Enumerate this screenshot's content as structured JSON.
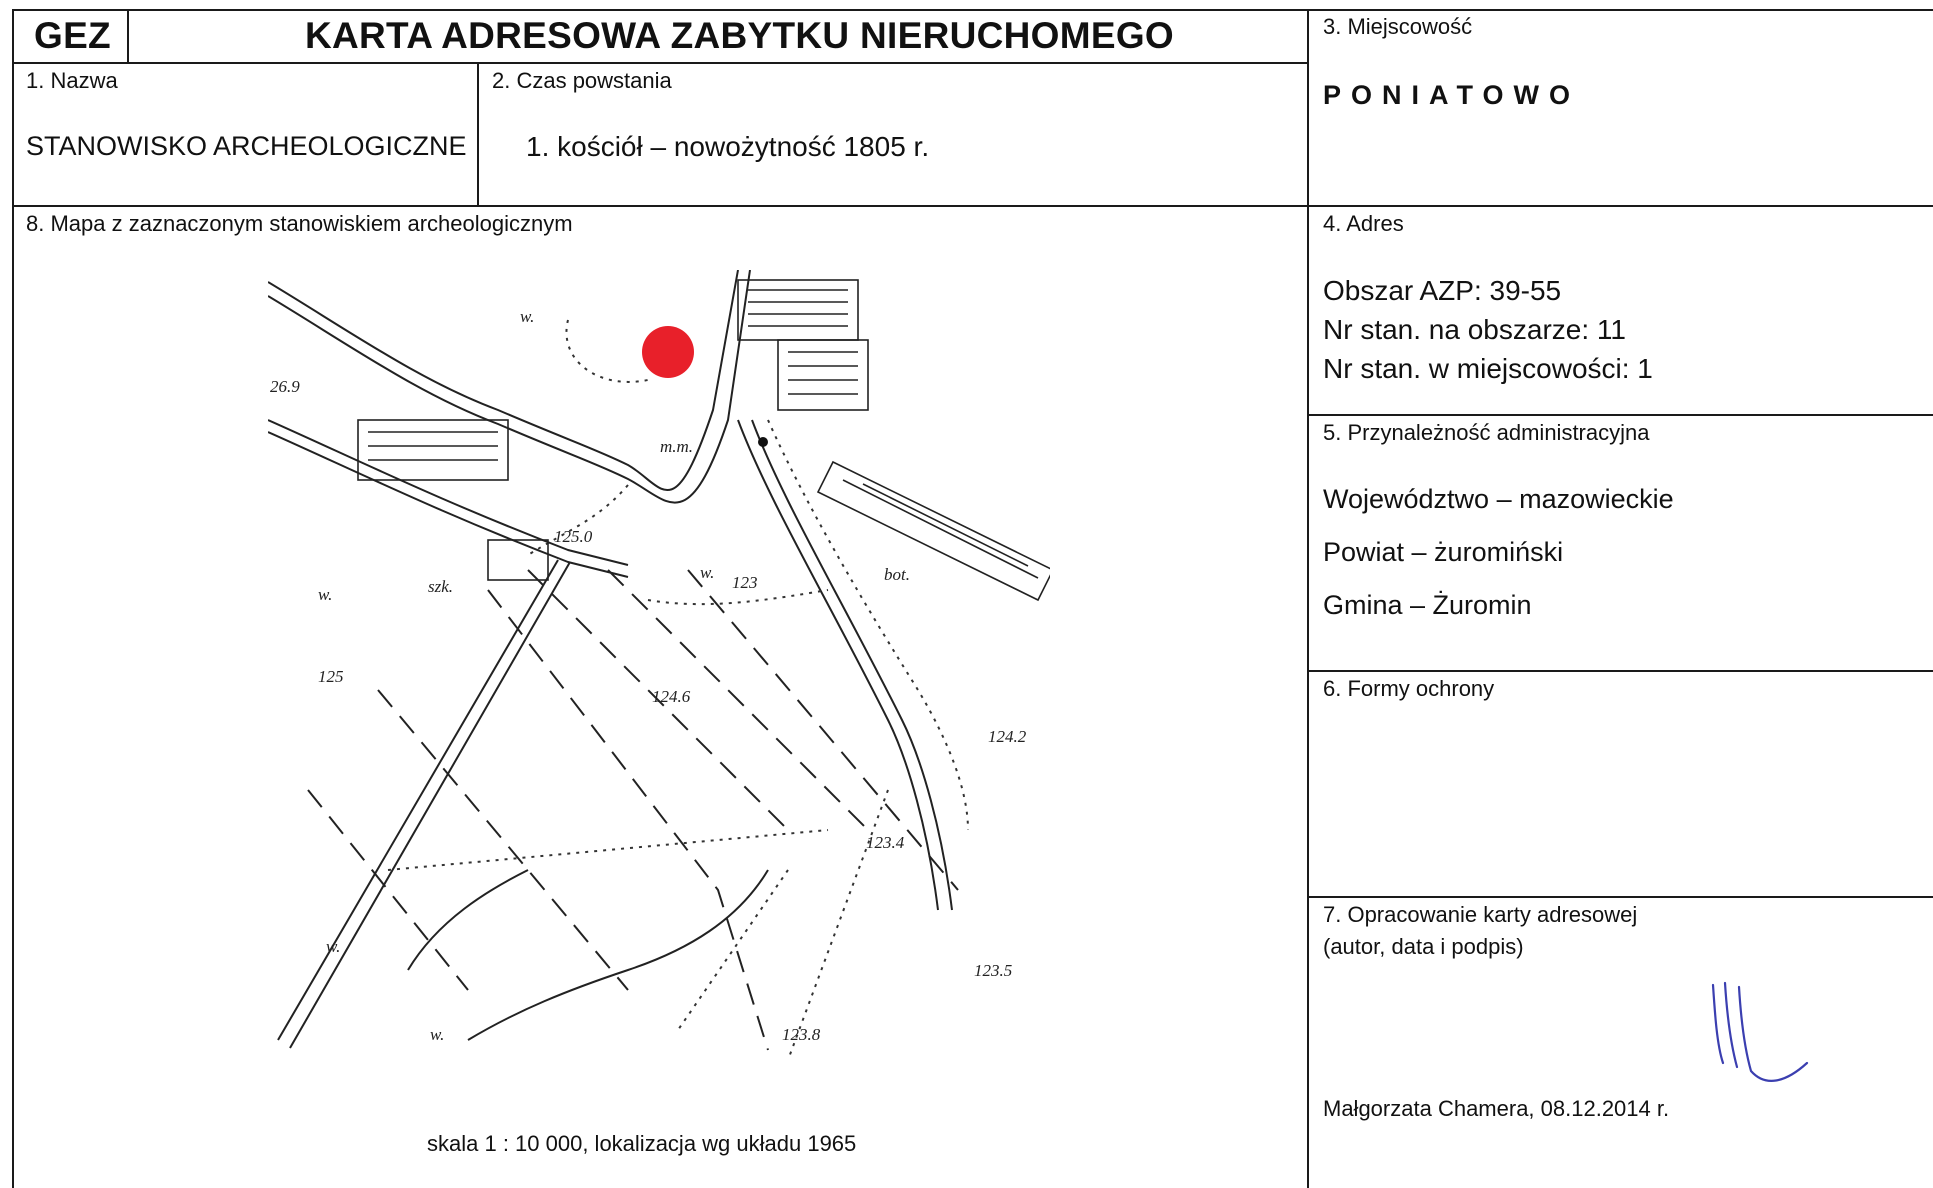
{
  "header": {
    "code": "GEZ",
    "title": "KARTA ADRESOWA ZABYTKU NIERUCHOMEGO"
  },
  "name": {
    "label": "1. Nazwa",
    "value": "STANOWISKO ARCHEOLOGICZNE"
  },
  "period": {
    "label": "2. Czas powstania",
    "value": "1. kościół – nowożytność 1805 r."
  },
  "place": {
    "label": "3. Miejscowość",
    "value": "PONIATOWO"
  },
  "address": {
    "label": "4. Adres",
    "lines": [
      "Obszar AZP: 39-55",
      "Nr stan. na obszarze: 11",
      "Nr stan. w miejscowości: 1"
    ]
  },
  "admin": {
    "label": "5. Przynależność administracyjna",
    "lines": [
      "Województwo – mazowieckie",
      "Powiat – żuromiński",
      "Gmina – Żuromin"
    ]
  },
  "protection": {
    "label": "6. Formy ochrony"
  },
  "author": {
    "label_line1": "7. Opracowanie karty adresowej",
    "label_line2": "(autor, data i podpis)",
    "value": "Małgorzata Chamera, 08.12.2014 r."
  },
  "map": {
    "label": "8. Mapa z zaznaczonym stanowiskiem archeologicznym",
    "caption": "skala 1 : 10 000, lokalizacja wg układu 1965",
    "marker_color": "#e8202a",
    "labels": [
      "26.9",
      "w.",
      "m.m.",
      "125.0",
      "szk.",
      "w.",
      "123",
      "bot.",
      "w.",
      "124.6",
      "125",
      "124.2",
      "123.4",
      "w.",
      "w.",
      "123.5",
      "123.8"
    ]
  }
}
